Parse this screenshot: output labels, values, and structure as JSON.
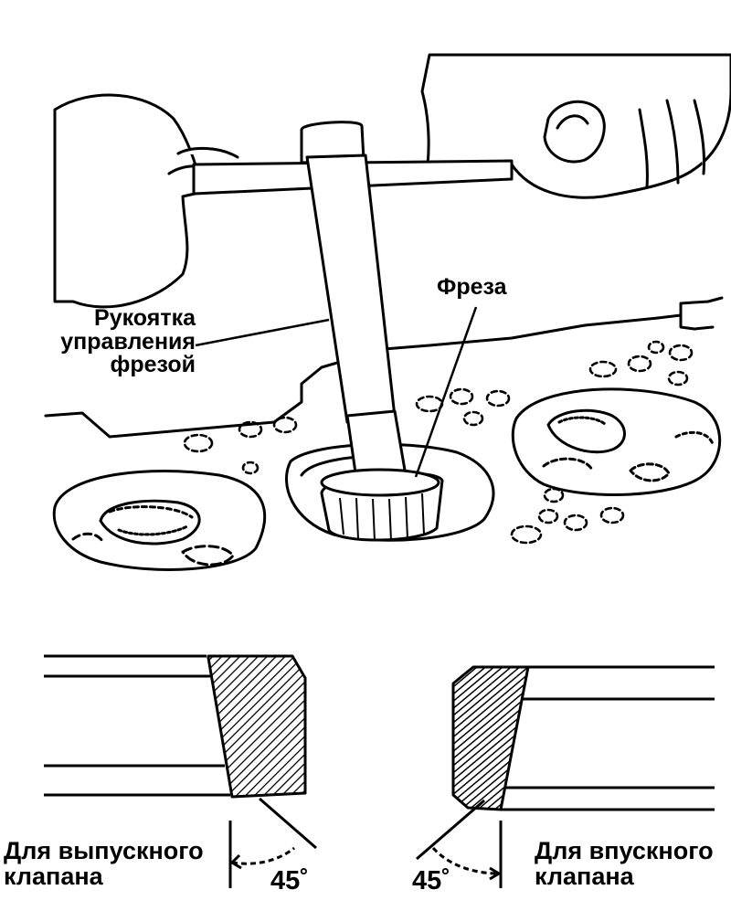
{
  "labels": {
    "handle": {
      "lines": [
        "Рукоятка",
        "управления",
        "фрезой"
      ]
    },
    "cutter": "Фреза",
    "exhaust": {
      "lines": [
        "Для выпускного",
        "клапана"
      ]
    },
    "intake": {
      "lines": [
        "Для впускного",
        "клапана"
      ]
    },
    "angle_left": "45˚",
    "angle_right": "45˚"
  },
  "colors": {
    "ink": "#000000",
    "paper": "#ffffff"
  }
}
